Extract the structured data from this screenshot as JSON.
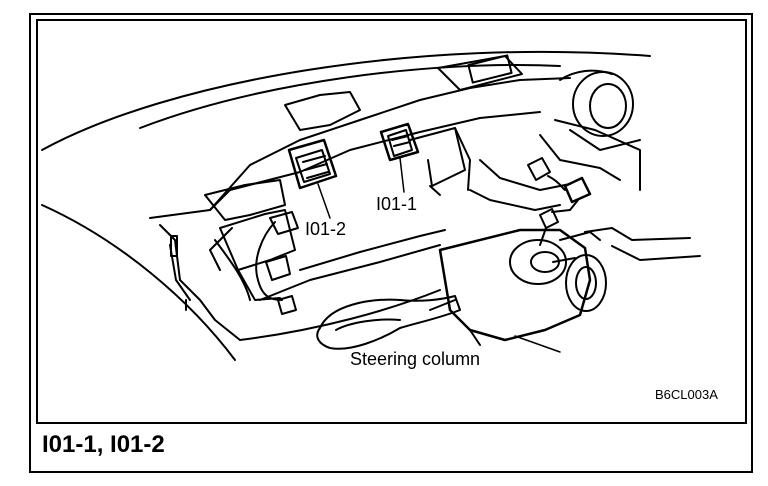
{
  "labels": {
    "connector_1": "I01-1",
    "connector_2": "I01-2",
    "steering_column": "Steering column",
    "figure_code": "B6CL003A"
  },
  "caption": "I01-1, I01-2"
}
